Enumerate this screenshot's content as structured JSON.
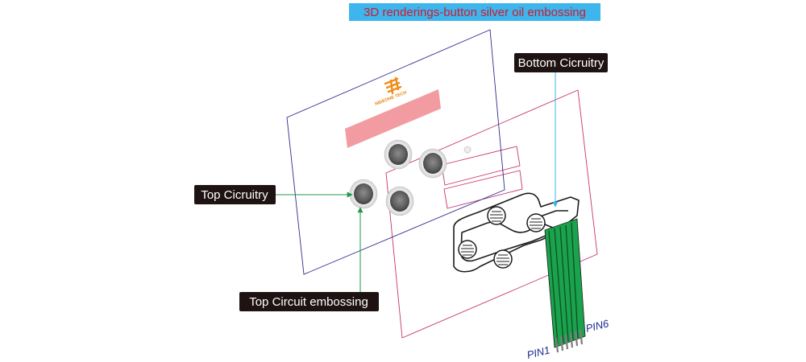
{
  "title": "3D renderings-button silver oil embossing",
  "labels": {
    "bottom_circuitry": "Bottom Cicruitry",
    "top_circuitry": "Top Cicruitry",
    "top_circuit_embossing": "Top Circuit embossing",
    "pin_first": "PIN1",
    "pin_last": "PIN6"
  },
  "logo": {
    "text": "NIDEONE TECH"
  },
  "colors": {
    "title_bg": "#3cb6ec",
    "title_text": "#d4182e",
    "label_bg": "#1e1212",
    "top_layer_outline": "#2e2b8e",
    "bottom_layer_outline": "#c7326e",
    "green_leader": "#1f9a4a",
    "blue_leader": "#3bb4e6",
    "tail_green": "#1aa24c",
    "logo_orange": "#f08c14",
    "window_red": "#f29ba0"
  }
}
